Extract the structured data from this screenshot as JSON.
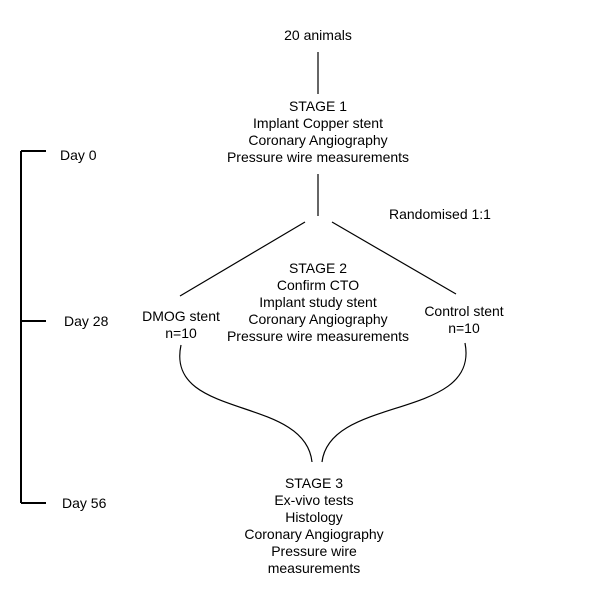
{
  "top": {
    "label": "20 animals"
  },
  "stage1": {
    "title": "STAGE 1",
    "lines": [
      "Implant Copper stent",
      "Coronary Angiography",
      "Pressure wire measurements"
    ]
  },
  "randomised": "Randomised 1:1",
  "stage2": {
    "title": "STAGE 2",
    "lines": [
      "Confirm CTO",
      "Implant study stent",
      "Coronary Angiography",
      "Pressure wire measurements"
    ]
  },
  "arms": {
    "left": {
      "name": "DMOG stent",
      "n": "n=10"
    },
    "right": {
      "name": "Control stent",
      "n": "n=10"
    }
  },
  "stage3": {
    "title": "STAGE 3",
    "lines": [
      "Ex-vivo tests",
      "Histology",
      "Coronary Angiography",
      "Pressure wire",
      "measurements"
    ]
  },
  "timeline": [
    "Day 0",
    "Day 28",
    "Day 56"
  ]
}
